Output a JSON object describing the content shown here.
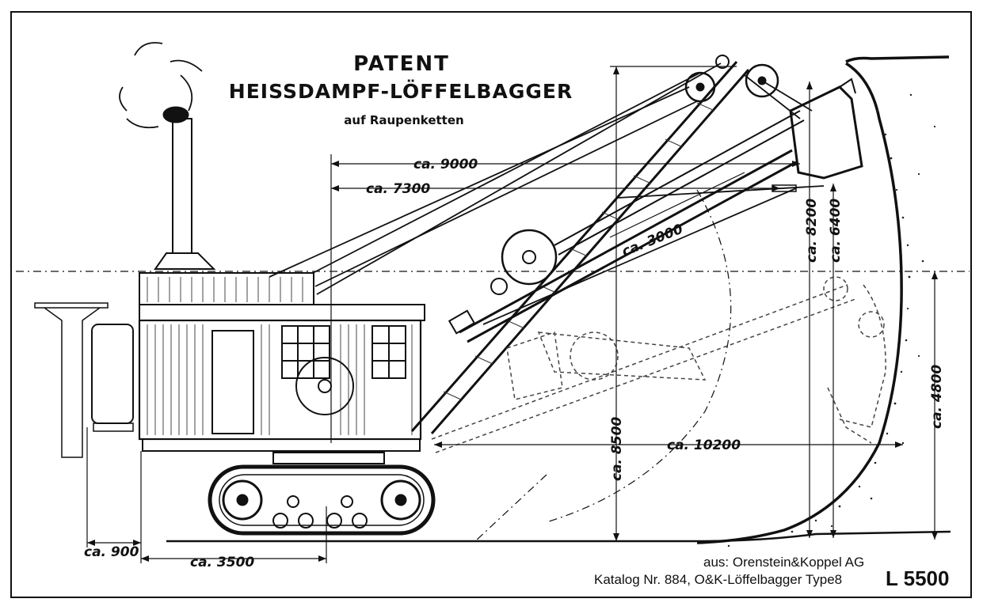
{
  "title": {
    "line1": "PATENT",
    "line2": "HEISSDAMPF-LÖFFELBAGGER",
    "line3": "auf Raupenketten"
  },
  "dimensions": {
    "d9000": "ca. 9000",
    "d7300": "ca. 7300",
    "d3000": "ca. 3000",
    "d8200": "ca. 8200",
    "d6400": "ca. 6400",
    "d4800": "ca. 4800",
    "d8500": "ca. 8500",
    "d10200": "ca. 10200",
    "d900": "ca. 900",
    "d3500": "ca. 3500"
  },
  "credit": {
    "line1": "aus: Orenstein&Koppel AG",
    "line2": "Katalog Nr. 884,  O&K-Löffelbagger Type8",
    "model": "L 5500"
  },
  "colors": {
    "ink": "#111111",
    "paper": "#ffffff"
  }
}
